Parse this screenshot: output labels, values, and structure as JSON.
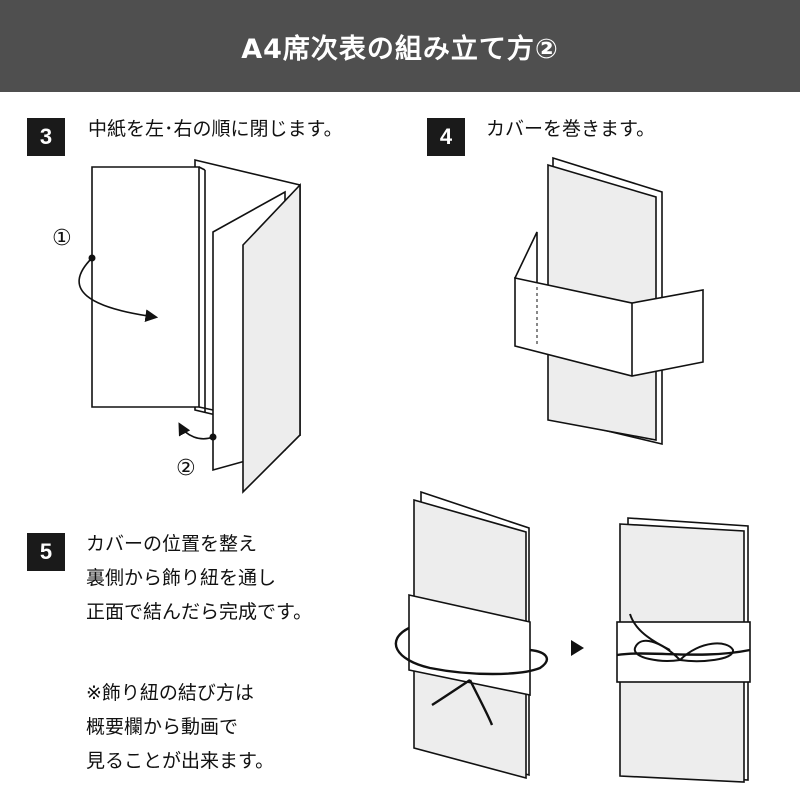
{
  "header": {
    "title": "A4席次表の組み立て方②"
  },
  "steps": [
    {
      "number": "3",
      "text": "中紙を左･右の順に閉じます。"
    },
    {
      "number": "4",
      "text": "カバーを巻きます。"
    },
    {
      "number": "5",
      "lines": [
        "カバーの位置を整え",
        "裏側から飾り紐を通し",
        "正面で結んだら完成です。"
      ],
      "note_lines": [
        "※飾り紐の結び方は",
        "概要欄から動画で",
        "見ることが出来ます。"
      ]
    }
  ],
  "markers": {
    "first": "①",
    "second": "②"
  },
  "colors": {
    "header_bg": "#4f4f4f",
    "paper": "#ededed",
    "badge": "#1a1a1a"
  },
  "icons": {
    "arrow": "triangle-right-icon"
  }
}
